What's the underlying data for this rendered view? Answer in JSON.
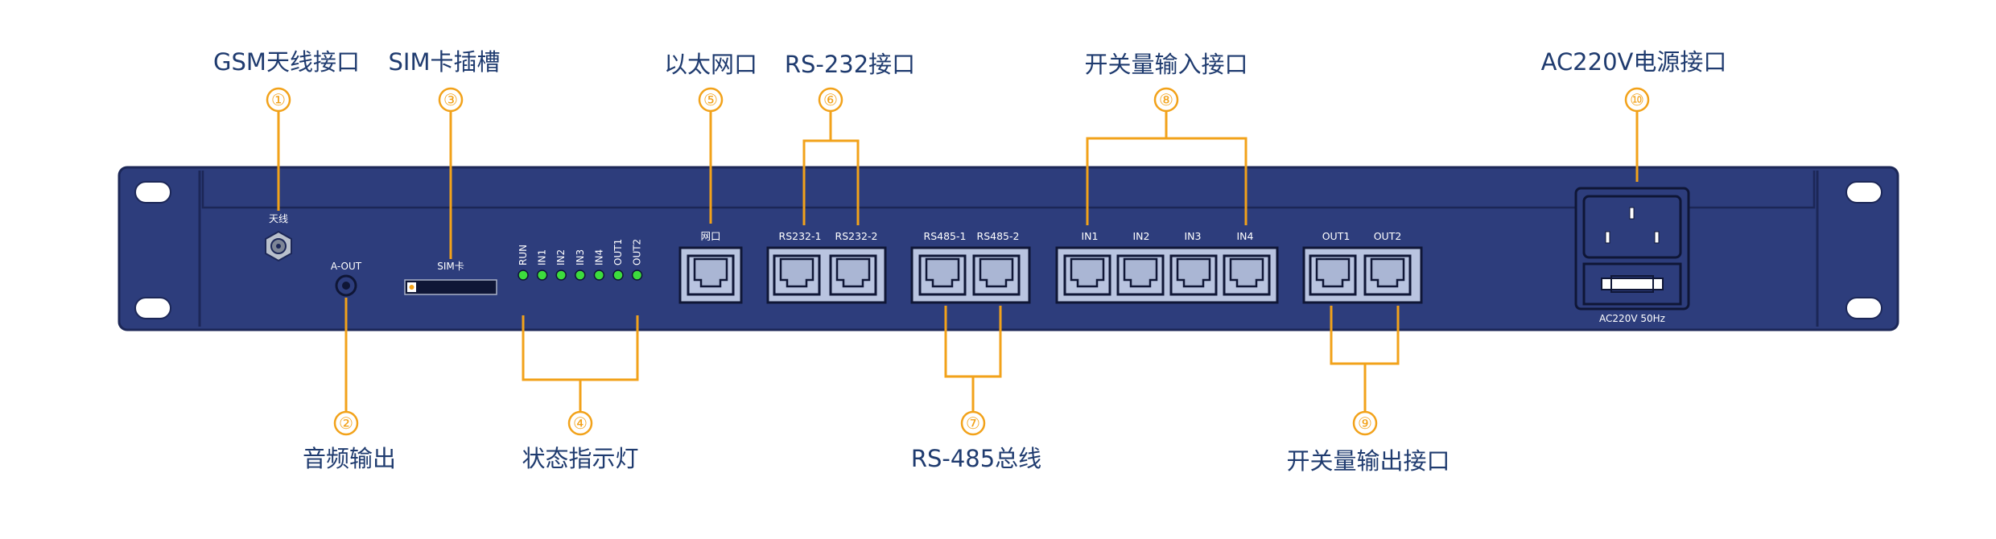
{
  "callouts": [
    {
      "num": "①",
      "label": "GSM天线接口"
    },
    {
      "num": "②",
      "label": "音频输出"
    },
    {
      "num": "③",
      "label": "SIM卡插槽"
    },
    {
      "num": "④",
      "label": "状态指示灯"
    },
    {
      "num": "⑤",
      "label": "以太网口"
    },
    {
      "num": "⑥",
      "label": "RS-232接口"
    },
    {
      "num": "⑦",
      "label": "RS-485总线"
    },
    {
      "num": "⑧",
      "label": "开关量输入接口"
    },
    {
      "num": "⑨",
      "label": "开关量输出接口"
    },
    {
      "num": "⑩",
      "label": "AC220V电源接口"
    }
  ],
  "panel": {
    "antenna_label": "天线",
    "aout_label": "A-OUT",
    "sim_label": "SIM卡",
    "leds": [
      "RUN",
      "IN1",
      "IN2",
      "IN3",
      "IN4",
      "OUT1",
      "OUT2"
    ],
    "eth_label": "网口",
    "rs232_labels": [
      "RS232-1",
      "RS232-2"
    ],
    "rs485_labels": [
      "RS485-1",
      "RS485-2"
    ],
    "in_labels": [
      "IN1",
      "IN2",
      "IN3",
      "IN4"
    ],
    "out_labels": [
      "OUT1",
      "OUT2"
    ],
    "power_label": "AC220V 50Hz"
  },
  "colors": {
    "panel_fill": "#2d3d7c",
    "accent": "#f2a21a",
    "led": "#3ddc3d",
    "label_text": "#1f3b6f"
  }
}
